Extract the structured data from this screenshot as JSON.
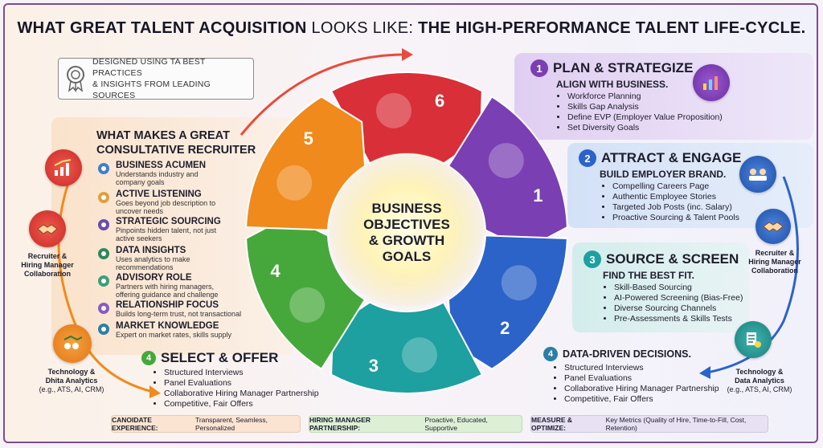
{
  "title": {
    "part1": "WHAT GREAT TALENT ACQUISITION",
    "part2": " LOOKS LIKE: ",
    "part3": "THE HIGH-PERFORMANCE TALENT LIFE-CYCLE."
  },
  "badge": {
    "line1": "Designed using TA best practices",
    "line2": "& insights from leading sources",
    "icon": "award-ribbon-icon"
  },
  "center": {
    "line1": "Business",
    "line2": "Objectives",
    "line3": "& Growth",
    "line4": "Goals"
  },
  "cycle": {
    "segments": [
      {
        "num": "1",
        "color": "#7a3fb3",
        "icon": "map-gears-icon"
      },
      {
        "num": "2",
        "color": "#2b63c9",
        "icon": "magnet-people-icon"
      },
      {
        "num": "3",
        "color": "#1e9fa0",
        "icon": "funnel-magnifier-icon"
      },
      {
        "num": "4",
        "color": "#46a83b",
        "icon": "handshake-check-icon"
      },
      {
        "num": "5",
        "color": "#f08a1c",
        "icon": "rocket-icon"
      },
      {
        "num": "6",
        "color": "#d92f38",
        "icon": "tree-growth-icon"
      }
    ]
  },
  "stages": {
    "plan": {
      "num": "1",
      "title": "Plan & Strategize",
      "subtitle": "Align with business.",
      "items": [
        "Workforce Planning",
        "Skills Gap Analysis",
        "Define EVP (Employer Value Proposition)",
        "Set Diversity Goals"
      ],
      "color": "#7a3fb3"
    },
    "attract": {
      "num": "2",
      "title": "Attract & Engage",
      "subtitle": "Build employer brand.",
      "items": [
        "Compelling Careers Page",
        "Authentic Employee Stories",
        "Targeted Job Posts (inc. Salary)",
        "Proactive Sourcing & Talent Pools"
      ],
      "color": "#2b63c9"
    },
    "source": {
      "num": "3",
      "title": "Source & Screen",
      "subtitle": "Find the best fit.",
      "items": [
        "Skill-Based Sourcing",
        "AI-Powered Screening (Bias-Free)",
        "Diverse Sourcing Channels",
        "Pre-Assessments & Skills Tests"
      ],
      "color": "#1e9fa0"
    },
    "data": {
      "num": "4",
      "title": "Data-Driven Decisions.",
      "items": [
        "Structured Interviews",
        "Panel Evaluations",
        "Collaborative Hiring Manager Partnership",
        "Competitive, Fair Offers"
      ],
      "color": "#2b7fa6"
    },
    "select": {
      "num": "4",
      "title": "Select & Offer",
      "items": [
        "Structured Interviews",
        "Panel Evaluations",
        "Collaborative Hiring Manager Partnership",
        "Competitive, Fair Offers"
      ],
      "color": "#46a83b"
    }
  },
  "consultative": {
    "title_line1": "What makes a great",
    "title_line2": "consultative recruiter",
    "traits": [
      {
        "name": "Business Acumen",
        "desc1": "Understands industry and",
        "desc2": "company goals",
        "icon": "gears-dollar-icon"
      },
      {
        "name": "Active Listening",
        "desc1": "Goes beyond job description to",
        "desc2": "uncover needs",
        "icon": "ear-hand-icon"
      },
      {
        "name": "Strategic Sourcing",
        "desc1": "Pinpoints hidden talent, not just",
        "desc2": "active seekers",
        "icon": "magnifier-people-icon"
      },
      {
        "name": "Data Insights",
        "desc1": "Uses analytics to make",
        "desc2": "recommendations",
        "icon": "bar-chart-icon"
      },
      {
        "name": "Advisory Role",
        "desc1": "Partners with hiring managers,",
        "desc2": "offering guidance and challenge",
        "icon": "handshake-icon"
      },
      {
        "name": "Relationship Focus",
        "desc1": "Builds long-term trust, not transactional",
        "desc2": "",
        "icon": "network-people-icon"
      },
      {
        "name": "Market Knowledge",
        "desc1": "Expert on market rates, skills supply",
        "desc2": "",
        "icon": "globe-icon"
      }
    ]
  },
  "side": {
    "left_top": {
      "icon": "growth-arrows-icon"
    },
    "left_mid": {
      "line1": "Recruiter &",
      "line2": "Hiring Manager",
      "line3": "Collaboration",
      "icon": "handshake-icon"
    },
    "left_bot": {
      "line1": "Technology &",
      "line2": "Dhita Analytics",
      "line3": "(e.g., ATS, AI, CRM)",
      "icon": "analytics-team-icon"
    },
    "right_top": {
      "icon": "analytics-dashboard-icon"
    },
    "right_mid1": {
      "icon": "team-meeting-icon"
    },
    "right_mid2": {
      "line1": "Recruiter &",
      "line2": "Hiring Manager",
      "line3": "Collaboration",
      "icon": "handshake-icon"
    },
    "right_bot": {
      "line1": "Technology &",
      "line2": "Data Analytics",
      "line3": "(e.g., ATS, AI, CRM)",
      "icon": "checklist-gears-icon"
    }
  },
  "footer": [
    {
      "label": "Canoidate Experience:",
      "text": "Transparent, Seamless, Personalized",
      "color": "#fbe4d2"
    },
    {
      "label": "Hiring Manager Partnership:",
      "text": "Proactive, Educated, Supportive",
      "color": "#ddf0d6"
    },
    {
      "label": "Measure & Optimize:",
      "text": "Key Metrics (Quality of Hire, Time-to-Fill, Cost, Retention)",
      "color": "#e7e1f3"
    }
  ]
}
